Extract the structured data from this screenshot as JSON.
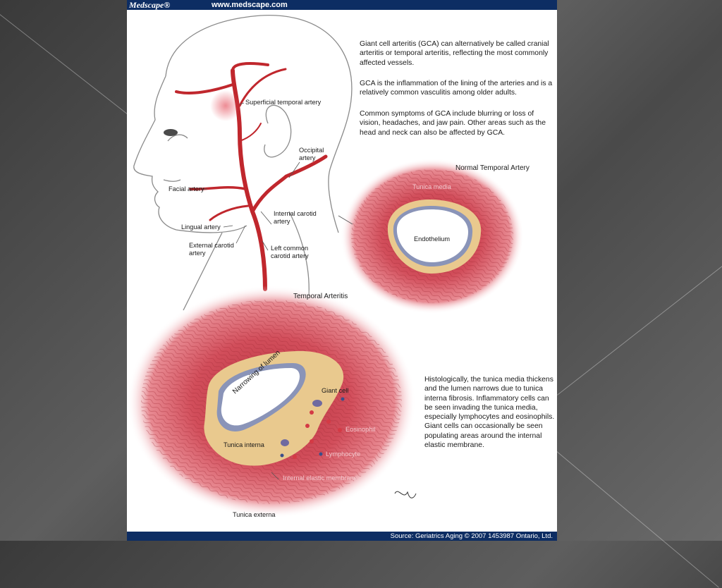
{
  "header": {
    "brand": "Medscape®",
    "url": "www.medscape.com"
  },
  "footer": {
    "source": "Source: Geriatrics Aging © 2007 1453987 Ontario, Ltd."
  },
  "intro": {
    "p1": "Giant cell arteritis (GCA) can alternatively be called cranial arteritis or temporal arteritis, reflecting the most commonly affected vessels.",
    "p2": "GCA is the inflammation of the lining of the arteries and is a relatively common vasculitis among older adults.",
    "p3": "Common symptoms of GCA include blurring or loss of vision, headaches, and jaw pain. Other areas such as the head and neck can also be affected by GCA."
  },
  "histology_text": "Histologically, the tunica media thickens and the lumen narrows due to tunica interna fibrosis. Inflammatory cells can be seen invading the tunica media, especially lymphocytes and eosinophils. Giant cells can occasionally be seen populating areas around the internal elastic membrane.",
  "head_labels": {
    "superficial_temporal": "Superficial temporal artery",
    "occipital": "Occipital artery",
    "facial": "Facial artery",
    "lingual": "Lingual artery",
    "external_carotid": "External carotid artery",
    "internal_carotid": "Internal carotid artery",
    "left_common_carotid": "Left common carotid artery"
  },
  "normal_artery": {
    "title": "Normal Temporal Artery",
    "tunica_media": "Tunica media",
    "endothelium": "Endothelium"
  },
  "arteritis": {
    "title": "Temporal Arteritis",
    "lumen": "Narrowing of lumen",
    "giant_cell": "Giant cell",
    "eosinophil": "Eosinophil",
    "tunica_interna": "Tunica interna",
    "lymphocyte": "Lymphocyte",
    "internal_elastic_membrane": "Internal elastic membrane",
    "tunica_externa": "Tunica externa"
  },
  "colors": {
    "artery_red": "#c0272d",
    "wall_red": "#d9545f",
    "interna_tan": "#e9c98e",
    "header_navy": "#0d2d63"
  }
}
